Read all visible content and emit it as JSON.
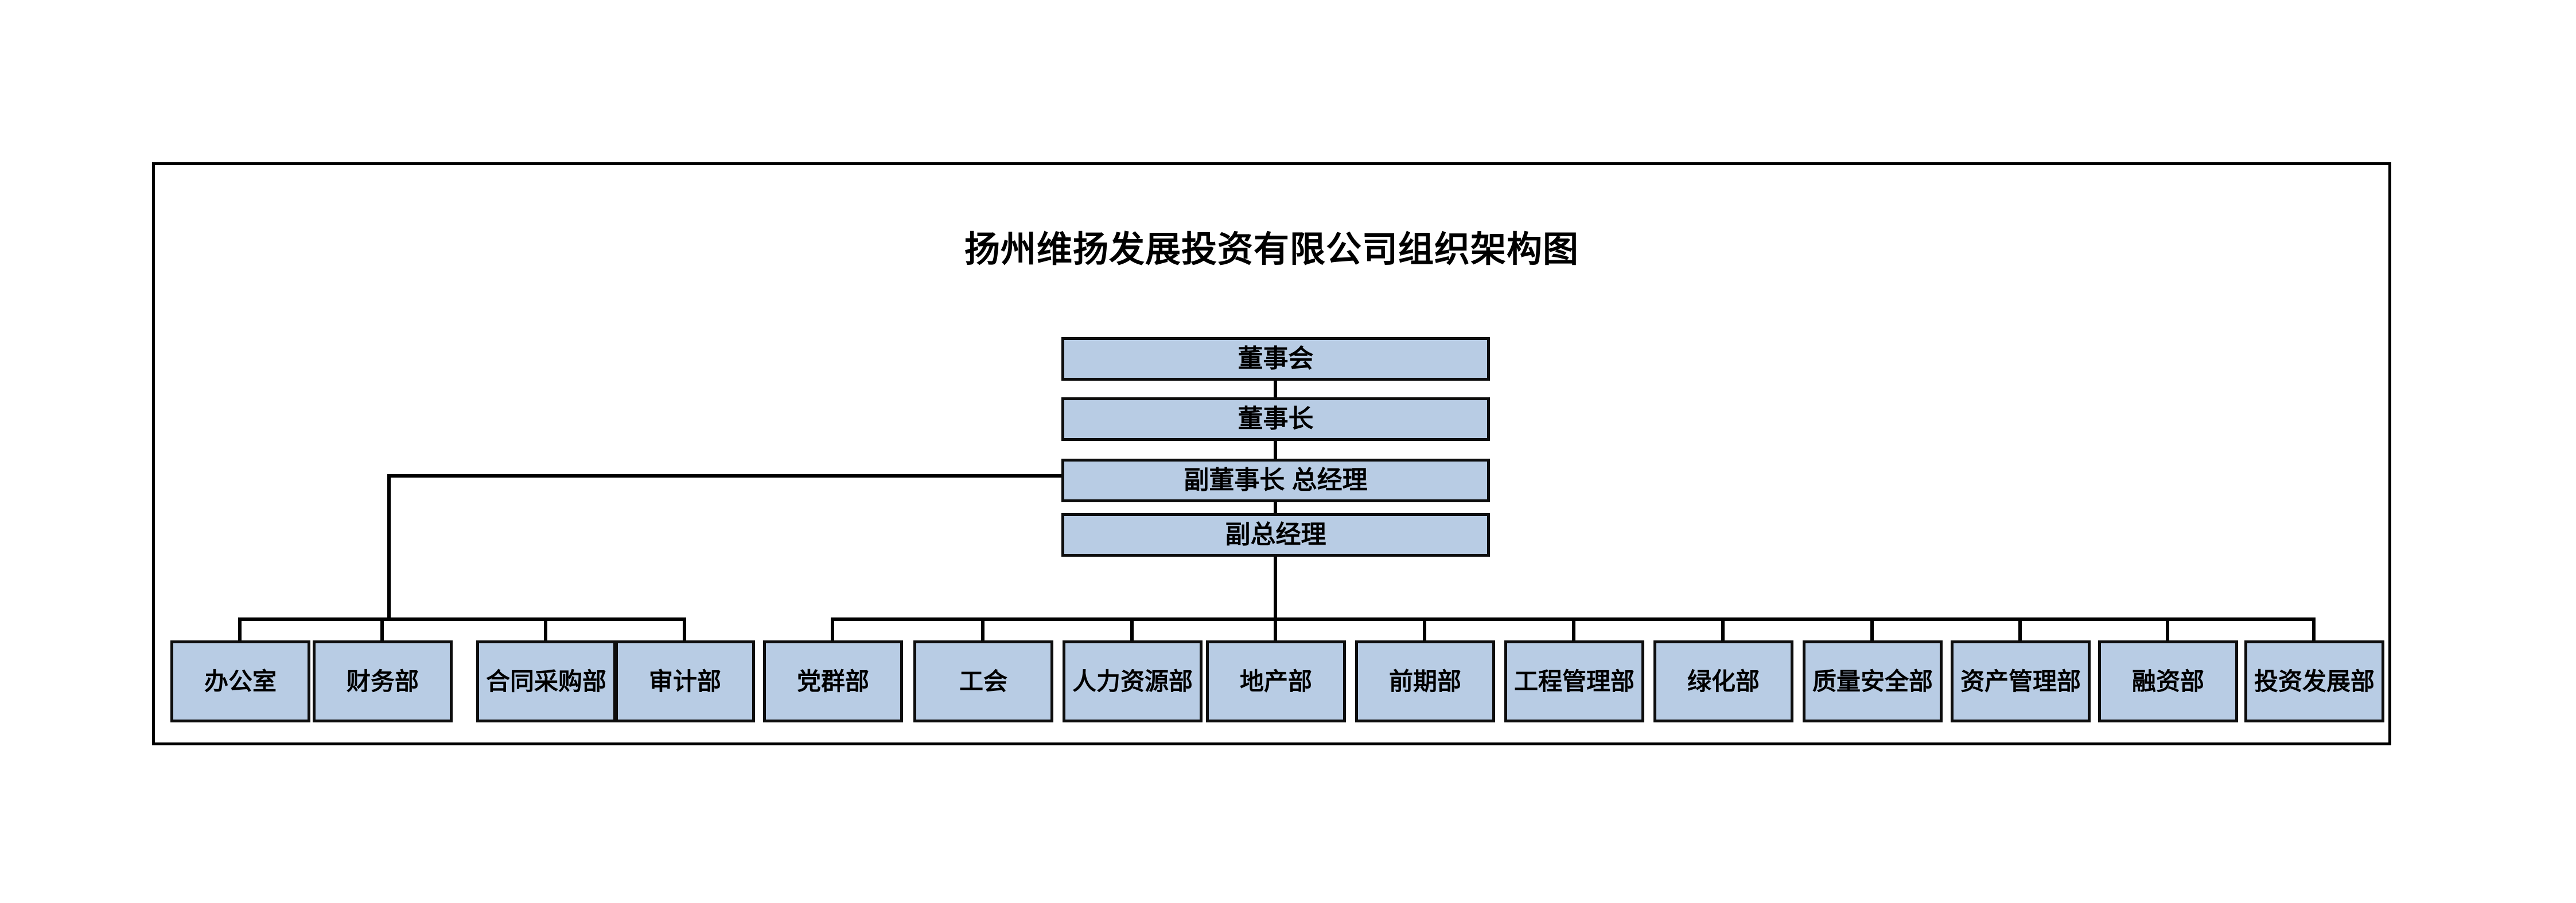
{
  "chart": {
    "title": "扬州维扬发展投资有限公司组织架构图",
    "type": "org-chart",
    "colors": {
      "node_fill": "#b8cce4",
      "node_border": "#0d0d0d",
      "frame_border": "#000000",
      "connector": "#000000",
      "text": "#000000",
      "background": "#ffffff"
    }
  },
  "executive_nodes": [
    {
      "id": "board",
      "label": "董事会",
      "level": 1
    },
    {
      "id": "chairman",
      "label": "董事长",
      "level": 2
    },
    {
      "id": "vice-chairman",
      "label": "副董事长 总经理",
      "level": 3
    },
    {
      "id": "deputy-gm",
      "label": "副总经理",
      "level": 4
    }
  ],
  "departments": {
    "left_group": [
      {
        "id": "office",
        "label": "办公室"
      },
      {
        "id": "finance",
        "label": "财务部"
      },
      {
        "id": "contract",
        "label": "合同采购部"
      },
      {
        "id": "audit",
        "label": "审计部"
      }
    ],
    "right_group": [
      {
        "id": "party",
        "label": "党群部"
      },
      {
        "id": "union",
        "label": "工会"
      },
      {
        "id": "hr",
        "label": "人力资源部"
      },
      {
        "id": "realestate",
        "label": "地产部"
      },
      {
        "id": "preliminary",
        "label": "前期部"
      },
      {
        "id": "engineering",
        "label": "工程管理部"
      },
      {
        "id": "greening",
        "label": "绿化部"
      },
      {
        "id": "quality",
        "label": "质量安全部"
      },
      {
        "id": "asset",
        "label": "资产管理部"
      },
      {
        "id": "financing",
        "label": "融资部"
      },
      {
        "id": "investment",
        "label": "投资发展部"
      }
    ]
  }
}
